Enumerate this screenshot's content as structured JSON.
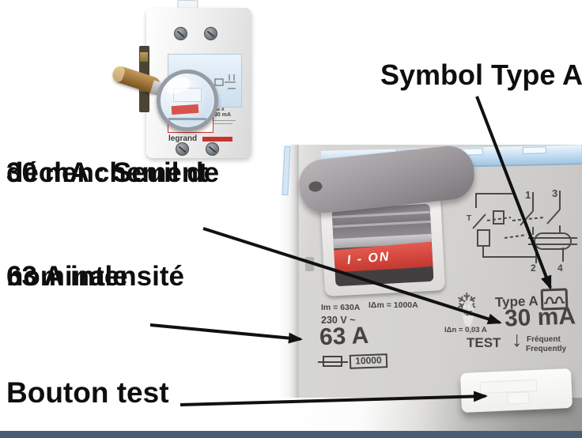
{
  "annotations": {
    "symbol_type_a": "Symbol Type A",
    "seuil_line1": "30 mA : Seuil de",
    "seuil_line2": "déclenchement",
    "intensite_line1": "63 A intensité",
    "intensite_line2": "nominale",
    "bouton_test": "Bouton test"
  },
  "closeup": {
    "rocker_label": "I - ON",
    "ratings": {
      "im": "Im = 630A",
      "idm": "IΔm = 1000A",
      "voltage": "230 V ~",
      "nominal_current": "63 A",
      "breaking_capacity": "10000",
      "temperature": "-25",
      "type_label": "Type A",
      "sensitivity": "30 mA",
      "idn": "IΔn = 0,03 A",
      "test_label": "TEST",
      "frequent_fr": "Fréquent",
      "frequent_en": "Frequently"
    },
    "diagram": {
      "terminal_1": "1",
      "terminal_3": "3",
      "terminal_2": "2",
      "terminal_4": "4",
      "test_mark": "T"
    }
  },
  "product_photo": {
    "brand": "legrand",
    "model_label": "DJ A",
    "type_label": "Type A",
    "sensitivity": "30 mA"
  },
  "icons": {
    "frost": "❄",
    "test_arrow": "↓"
  },
  "colors": {
    "footer_bar": "#4a5c72",
    "accent_red": "#cc342d",
    "annotation_ink": "#0e0e0e"
  }
}
